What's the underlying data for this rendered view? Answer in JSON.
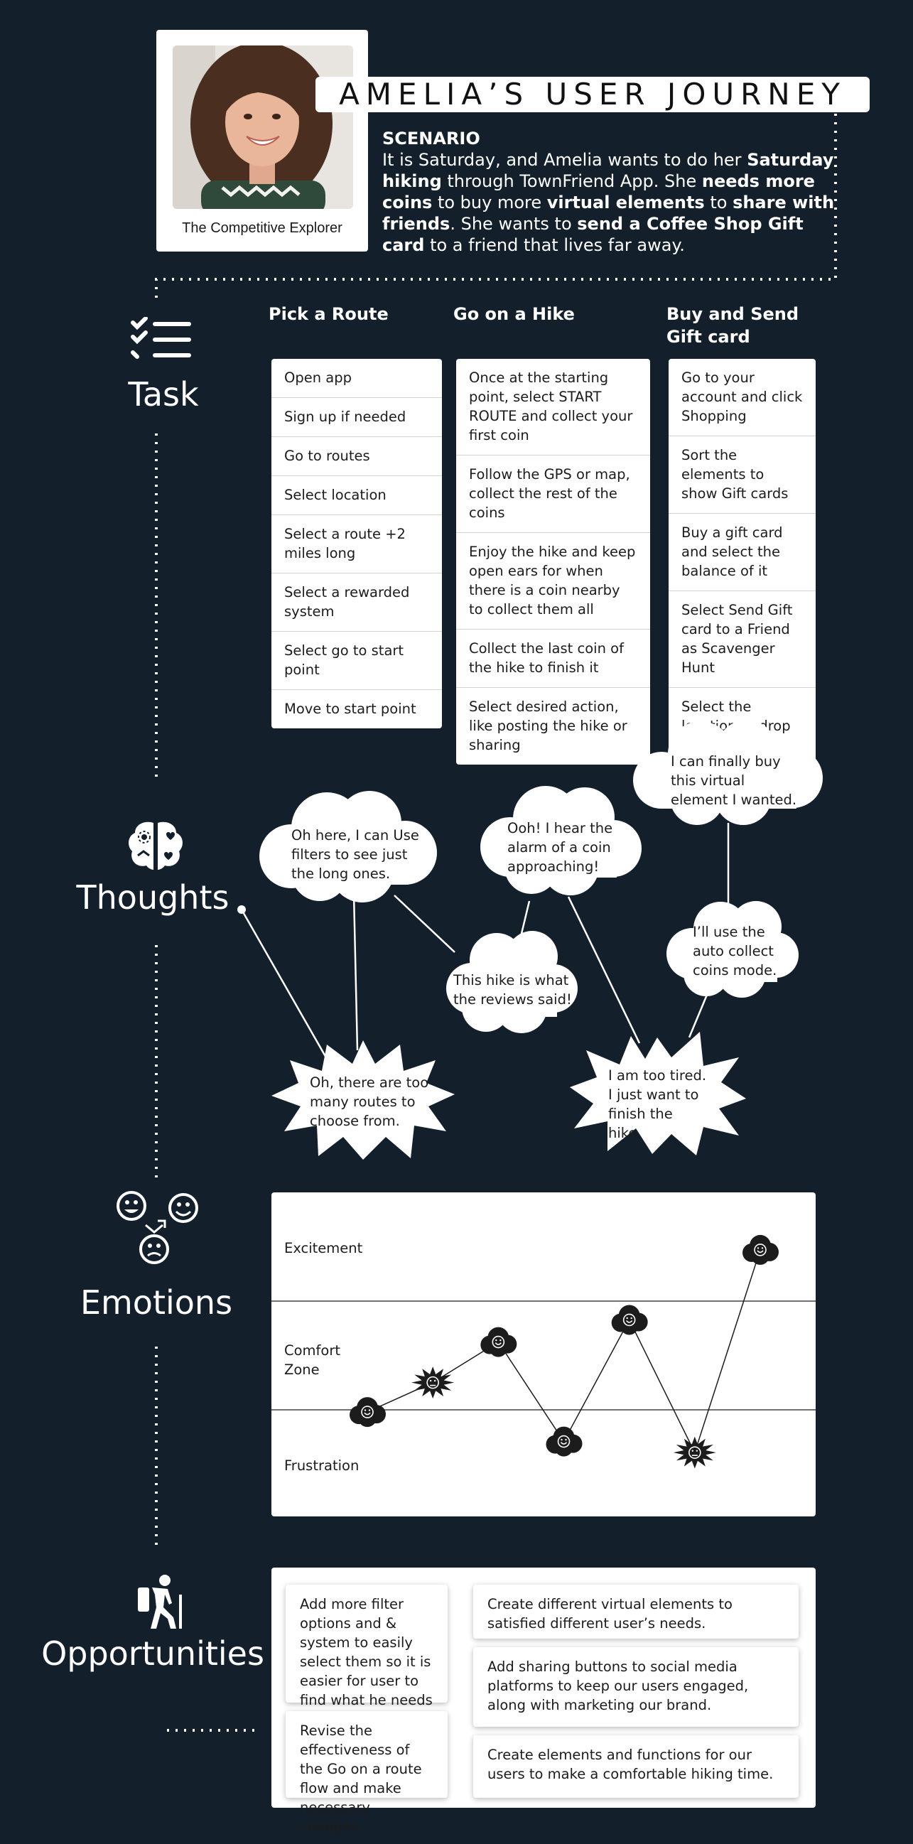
{
  "header": {
    "title": "AMELIA’S USER JOURNEY",
    "persona_caption": "The Competitive Explorer",
    "scenario_heading": "SCENARIO",
    "scenario_parts": [
      {
        "text": "It is Saturday, and Amelia wants to do her ",
        "bold": false
      },
      {
        "text": "Saturday hiking",
        "bold": true
      },
      {
        "text": " through TownFriend App. She ",
        "bold": false
      },
      {
        "text": "needs more coins",
        "bold": true
      },
      {
        "text": " to buy more ",
        "bold": false
      },
      {
        "text": "virtual elements",
        "bold": true
      },
      {
        "text": " to ",
        "bold": false
      },
      {
        "text": "share with friends",
        "bold": true
      },
      {
        "text": ". She wants to ",
        "bold": false
      },
      {
        "text": "send a Coffee Shop Gift card",
        "bold": true
      },
      {
        "text": " to a friend that lives far away.",
        "bold": false
      }
    ]
  },
  "sections": {
    "task": "Task",
    "thoughts": "Thoughts",
    "emotions": "Emotions",
    "opportunities": "Opportunities"
  },
  "tasks": {
    "columns": [
      {
        "heading": "Pick a Route",
        "steps": [
          "Open app",
          "Sign up if needed",
          "Go to routes",
          "Select location",
          "Select a route +2 miles long",
          "Select a rewarded system",
          "Select go to start point",
          "Move to start point"
        ]
      },
      {
        "heading": "Go on a Hike",
        "steps": [
          "Once at the starting point, select START ROUTE and collect your first coin",
          "Follow the GPS or map, collect the rest of the coins",
          "Enjoy the hike and keep open ears for when there is a coin nearby to collect them all",
          "Collect the last coin of the hike to finish it",
          "Select desired action, like posting the hike or sharing"
        ]
      },
      {
        "heading": "Buy and Send Gift card",
        "steps": [
          "Go to your account and click Shopping",
          "Sort the elements to show Gift cards",
          "Buy a gift card and select the balance of it",
          "Select Send Gift card to a Friend as Scavenger Hunt",
          "Select the location to drop the Gift"
        ]
      }
    ]
  },
  "thoughts": [
    "Oh here, I can Use filters to see just the long ones.",
    "Ooh! I hear the alarm of a coin approaching!",
    "I can finally buy this virtual element I wanted.",
    "This hike is what the reviews said!",
    "I’ll use the auto collect coins mode.",
    "Oh, there are too many routes to choose from.",
    "I am too tired. I just want to finish the hike."
  ],
  "emotions": {
    "levels": [
      "Excitement",
      "Comfort Zone",
      "Frustration"
    ],
    "points": [
      {
        "step": 1,
        "level": 2.1,
        "mood": "happy",
        "shape": "cloud"
      },
      {
        "step": 2,
        "level": 2.9,
        "mood": "sad",
        "shape": "spiky"
      },
      {
        "step": 3,
        "level": 4.0,
        "mood": "happy",
        "shape": "cloud"
      },
      {
        "step": 4,
        "level": 1.3,
        "mood": "happy",
        "shape": "cloud"
      },
      {
        "step": 5,
        "level": 4.6,
        "mood": "happy",
        "shape": "cloud"
      },
      {
        "step": 6,
        "level": 1.0,
        "mood": "sad",
        "shape": "spiky"
      },
      {
        "step": 7,
        "level": 6.5,
        "mood": "happy",
        "shape": "cloud"
      }
    ]
  },
  "opportunities": {
    "items": [
      "Add more filter options and & system to easily select them so it is easier for user to find what he needs .",
      "Revise the effectiveness of the Go on a route flow and make necessary changes.",
      "Create different virtual elements to satisfied different user’s needs.",
      "Add sharing buttons to social media platforms to keep our users engaged, along with marketing our brand.",
      "Create elements and functions for our users to make a comfortable hiking time."
    ]
  },
  "colors": {
    "background": "#13202b",
    "card": "#ffffff",
    "ink": "#1c1c1c"
  }
}
